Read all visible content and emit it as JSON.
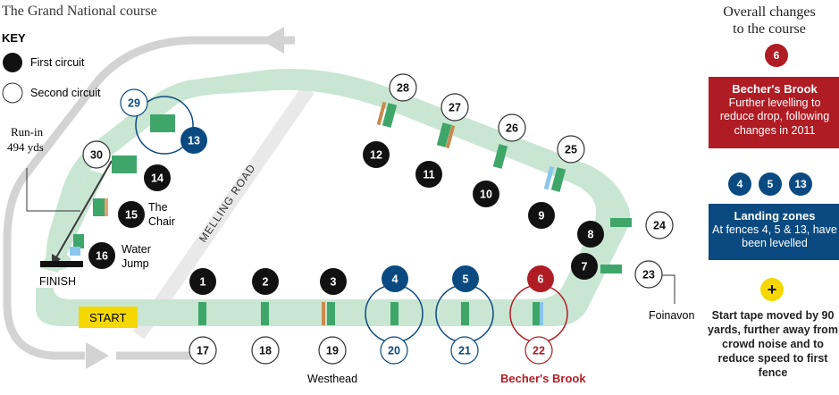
{
  "title": "The Grand National course",
  "key": {
    "heading": "KEY",
    "first": "First circuit",
    "second": "Second circuit"
  },
  "labels": {
    "runin": "Run-in",
    "runin_dist": "494 yds",
    "finish": "FINISH",
    "start": "START",
    "melling": "MELLING ROAD",
    "chair_line1": "The",
    "chair_line2": "Chair",
    "water_line1": "Water",
    "water_line2": "Jump",
    "westhead": "Westhead",
    "bechers": "Becher's Brook",
    "foinavon": "Foinavon"
  },
  "first_circuit": [
    {
      "n": "1"
    },
    {
      "n": "2"
    },
    {
      "n": "3"
    },
    {
      "n": "4",
      "style": "blue"
    },
    {
      "n": "5",
      "style": "blue"
    },
    {
      "n": "6",
      "style": "red"
    },
    {
      "n": "7"
    },
    {
      "n": "8"
    },
    {
      "n": "9"
    },
    {
      "n": "10"
    },
    {
      "n": "11"
    },
    {
      "n": "12"
    },
    {
      "n": "13",
      "style": "blue"
    },
    {
      "n": "14"
    },
    {
      "n": "15"
    },
    {
      "n": "16"
    }
  ],
  "second_circuit": [
    {
      "n": "17"
    },
    {
      "n": "18"
    },
    {
      "n": "19"
    },
    {
      "n": "20",
      "style": "blue"
    },
    {
      "n": "21",
      "style": "blue"
    },
    {
      "n": "22",
      "style": "red"
    },
    {
      "n": "23"
    },
    {
      "n": "24"
    },
    {
      "n": "25"
    },
    {
      "n": "26"
    },
    {
      "n": "27"
    },
    {
      "n": "28"
    },
    {
      "n": "29",
      "style": "blue"
    },
    {
      "n": "30"
    }
  ],
  "panel": {
    "title_line1": "Overall changes",
    "title_line2": "to the course",
    "bechers_num": "6",
    "bechers_title": "Becher's Brook",
    "bechers_text": "Further levelling to reduce drop, following changes in 2011",
    "landing_nums": [
      "4",
      "5",
      "13"
    ],
    "landing_title": "Landing zones",
    "landing_text": "At fences 4, 5 & 13, have been levelled",
    "tape_icon": "+",
    "tape_text": "Start tape moved by 90 yards, further away from crowd noise and to reduce speed to first fence"
  },
  "colors": {
    "track": "#c9e6d3",
    "fence": "#3fa66a",
    "blue": "#0a4a80",
    "red": "#b01c24",
    "start": "#f5d800",
    "arrow": "#d3d3d3"
  }
}
